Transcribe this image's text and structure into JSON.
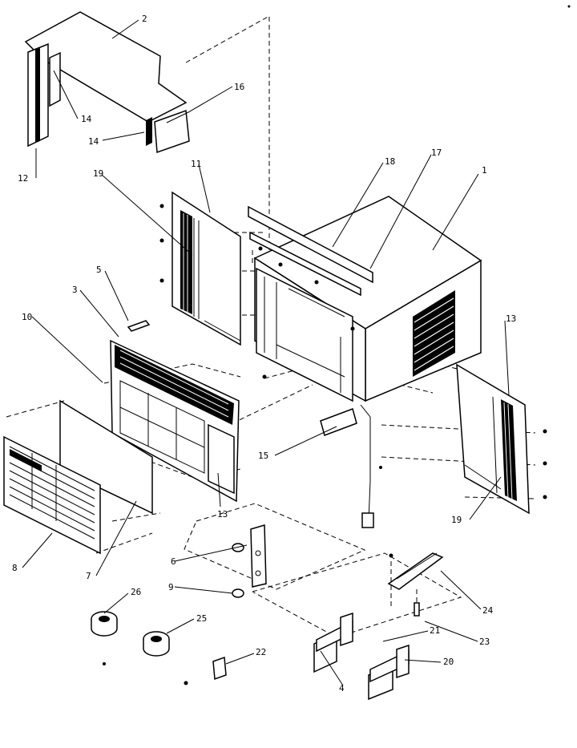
{
  "callouts": {
    "c1": "1",
    "c2": "2",
    "c3": "3",
    "c4": "4",
    "c5": "5",
    "c6": "6",
    "c7": "7",
    "c8": "8",
    "c9": "9",
    "c10": "10",
    "c11": "11",
    "c12": "12",
    "c13a": "13",
    "c13b": "13",
    "c14a": "14",
    "c14b": "14",
    "c15": "15",
    "c16": "16",
    "c17": "17",
    "c18": "18",
    "c19a": "19",
    "c19b": "19",
    "c20": "20",
    "c21": "21",
    "c22": "22",
    "c23": "23",
    "c24": "24",
    "c25": "25",
    "c26": "26"
  }
}
